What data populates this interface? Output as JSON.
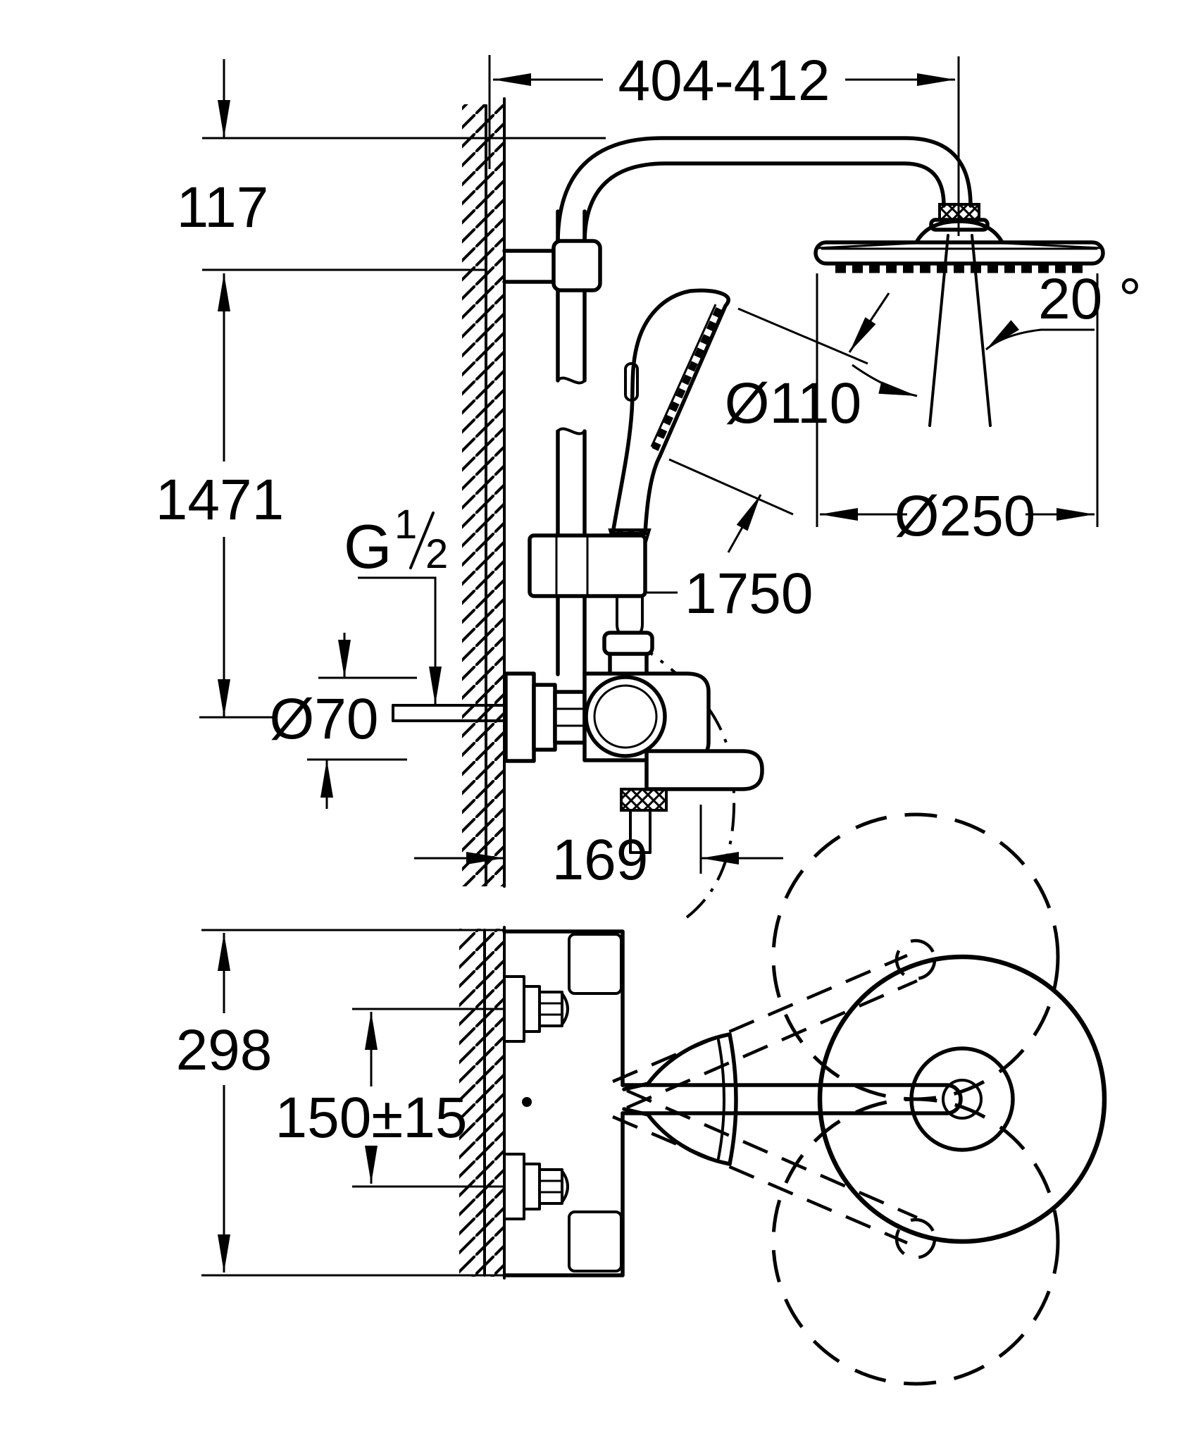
{
  "drawing": {
    "type": "technical-installation-diagram",
    "views": [
      "side-elevation",
      "top-plan"
    ],
    "colors": {
      "line": "#000000",
      "background": "#ffffff"
    }
  },
  "labels": {
    "top_width": "404-412",
    "head_drop": "117",
    "install_height": "1471",
    "thread_g": "G",
    "thread_num": "1",
    "thread_den": "2",
    "escutcheon_dia": "Ø70",
    "hose_length": "1750",
    "spout_projection": "169",
    "hand_shower_dia": "Ø110",
    "head_shower_dia": "Ø250",
    "swivel_angle": "20 °",
    "body_width": "298",
    "supply_spacing": "150±15"
  }
}
